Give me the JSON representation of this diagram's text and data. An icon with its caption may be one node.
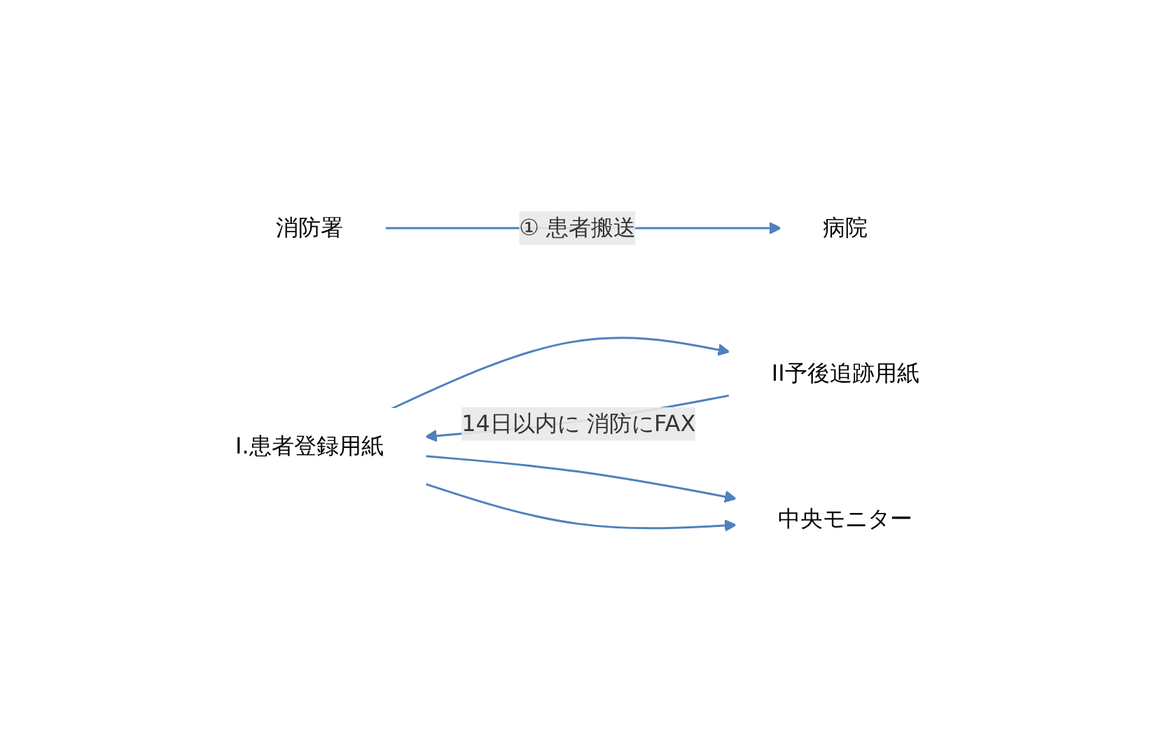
{
  "diagram": {
    "nodes": [
      {
        "text": [
          "消防署"
        ]
      },
      {
        "text": [
          "病院"
        ]
      },
      {
        "text": [
          "I.患者登録用紙"
        ]
      },
      {
        "text": [
          "II予後追跡用紙"
        ]
      },
      {
        "text": [
          "中央モニター"
        ]
      }
    ],
    "edges": [
      {
        "from": 0,
        "to": 1,
        "arrow": "to",
        "label": "①  患者搬送"
      },
      {
        "from": 2,
        "to": 3,
        "arrow": "to"
      },
      {
        "from": 3,
        "to": 2,
        "arrow": "to",
        "label": "14日以内に 消防にFAX"
      },
      {
        "from": 2,
        "to": 4,
        "arrow": "to"
      },
      {
        "from": 2,
        "to": 4,
        "arrow": "to"
      }
    ]
  }
}
